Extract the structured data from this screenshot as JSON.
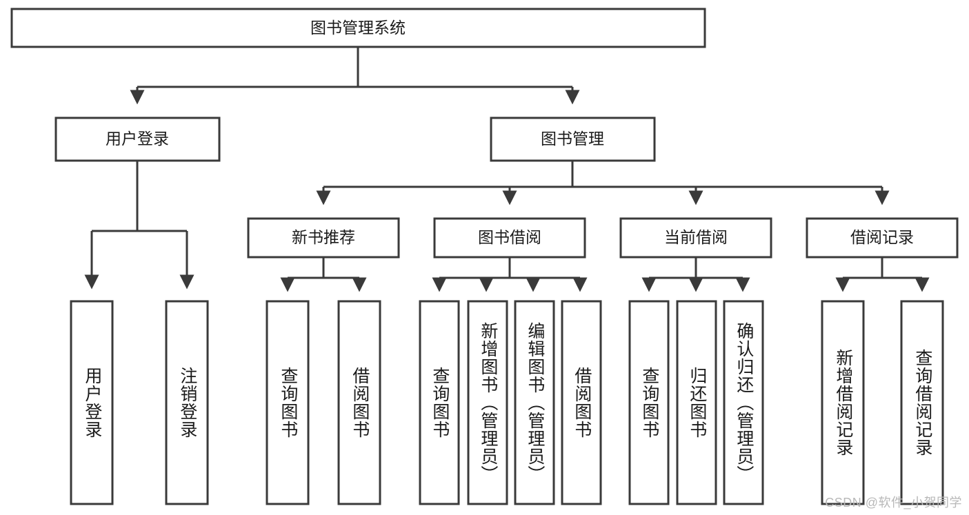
{
  "diagram": {
    "title": "图书管理系统",
    "watermark": "CSDN @软件_小贺同学",
    "accent_color": "#3a3a3a",
    "background_color": "#ffffff",
    "text_color": "#1a1a1a",
    "type": "tree-hierarchy-chart"
  },
  "root": {
    "label": "图书管理系统"
  },
  "level2": [
    {
      "label": "用户登录"
    },
    {
      "label": "图书管理"
    }
  ],
  "level3": [
    {
      "label": "新书推荐"
    },
    {
      "label": "图书借阅"
    },
    {
      "label": "当前借阅"
    },
    {
      "label": "借阅记录"
    }
  ],
  "leaves": {
    "user_login": [
      {
        "label": "用户登录"
      },
      {
        "label": "注销登录"
      }
    ],
    "new_book_recommend": [
      {
        "label": "查询图书"
      },
      {
        "label": "借阅图书"
      }
    ],
    "book_borrow": [
      {
        "label": "查询图书"
      },
      {
        "label": "新增图书（管理员）"
      },
      {
        "label": "编辑图书（管理员）"
      },
      {
        "label": "借阅图书"
      }
    ],
    "current_borrow": [
      {
        "label": "查询图书"
      },
      {
        "label": "归还图书"
      },
      {
        "label": "确认归还（管理员）"
      }
    ],
    "borrow_record": [
      {
        "label": "新增借阅记录"
      },
      {
        "label": "查询借阅记录"
      }
    ]
  }
}
